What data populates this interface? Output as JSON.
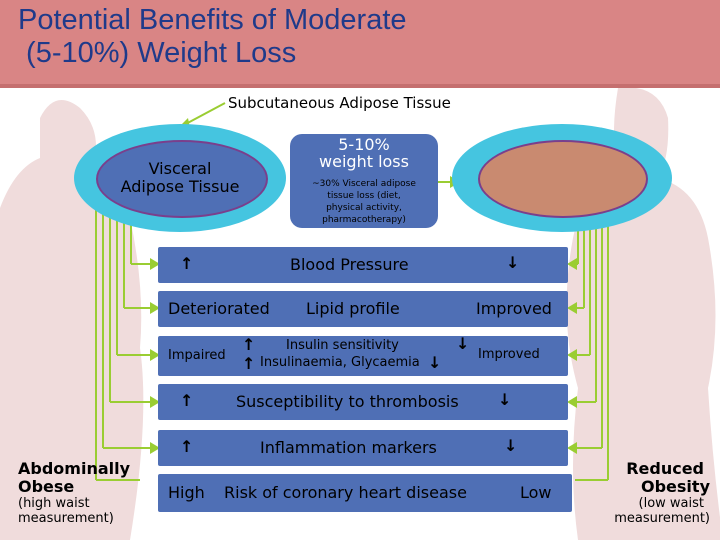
{
  "title": {
    "line1": "Potential Benefits of Moderate",
    "line2": " (5-10%) Weight Loss"
  },
  "subcutaneous_label": "Subcutaneous Adipose Tissue",
  "visceral_label": {
    "line1": "Visceral",
    "line2": "Adipose Tissue"
  },
  "center_box": {
    "heading_line1": "5-10%",
    "heading_line2": "weight loss",
    "note_line1": "~30% Visceral adipose",
    "note_line2": "tissue loss (diet,",
    "note_line3": "physical activity,",
    "note_line4": "pharmacotherapy)"
  },
  "rows": {
    "blood_pressure": {
      "label": "Blood Pressure",
      "left_arrow": "↑",
      "right_arrow": "↓"
    },
    "lipid": {
      "left": "Deteriorated",
      "label": "Lipid profile",
      "right": "Improved"
    },
    "insulin": {
      "left": "Impaired",
      "line1": "Insulin sensitivity",
      "line2": "Insulinaemia, Glycaemia",
      "right": "Improved",
      "up_arrow": "↑",
      "down_arrow": "↓"
    },
    "thrombosis": {
      "label": "Susceptibility to thrombosis",
      "left_arrow": "↑",
      "right_arrow": "↓"
    },
    "inflammation": {
      "label": "Inflammation markers",
      "left_arrow": "↑",
      "right_arrow": "↓"
    },
    "risk": {
      "left": "High",
      "label": "Risk of coronary heart disease",
      "right": "Low"
    }
  },
  "left_caption": {
    "line1": "Abdominally",
    "line2": "Obese",
    "sub1": "(high waist",
    "sub2": "measurement)"
  },
  "right_caption": {
    "line1": "Reduced",
    "line2": "Obesity",
    "sub1": "(low waist",
    "sub2": "measurement)"
  },
  "colors": {
    "header": "#d98585",
    "title": "#1f3a8a",
    "bar": "#4f6fb5",
    "outer_ring": "#45c5e0",
    "inner_ellipse": "#4f6fb5",
    "right_inner": "#c98a70",
    "connector": "#9acd32"
  }
}
